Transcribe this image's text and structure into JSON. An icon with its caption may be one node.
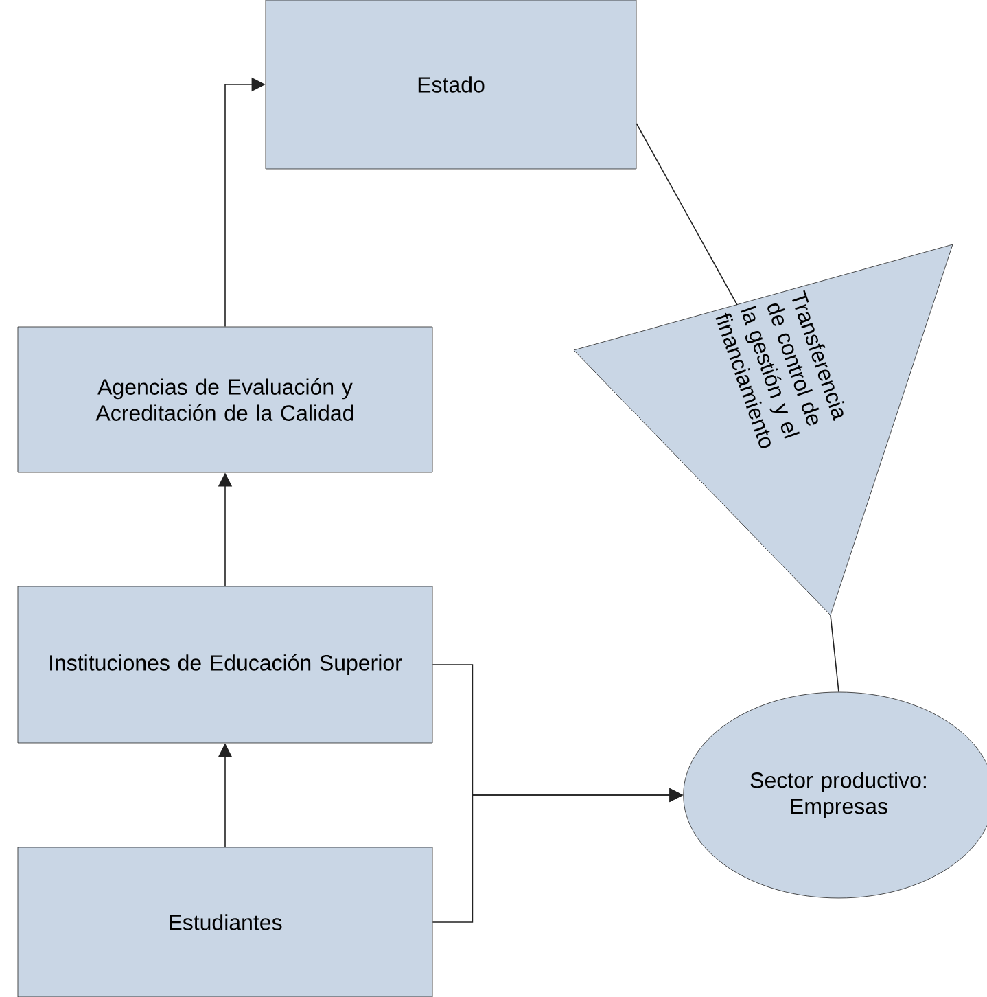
{
  "diagram": {
    "nodes": [
      {
        "text": [
          "Estado"
        ]
      },
      {
        "text": [
          "Agencias de Evaluación y Acreditación de la Calidad"
        ]
      },
      {
        "text": [
          "Instituciones de Educación Superior"
        ]
      },
      {
        "text": [
          "Estudiantes"
        ]
      },
      {
        "text": [
          "Transferencia de control de la gestión y el financiamiento"
        ]
      },
      {
        "text": [
          "Sector productivo: Empresas"
        ]
      }
    ],
    "edges": [
      {
        "from": 1,
        "to": 0,
        "arrow": "to"
      },
      {
        "from": 2,
        "to": 1,
        "arrow": "to"
      },
      {
        "from": 3,
        "to": 2,
        "arrow": "to"
      },
      {
        "from": 2,
        "to": 5,
        "arrow": "to"
      },
      {
        "from": 3,
        "to": 5,
        "arrow": "to"
      },
      {
        "from": 0,
        "to": 4,
        "arrow": "none"
      },
      {
        "from": 4,
        "to": 5,
        "arrow": "none"
      }
    ]
  }
}
